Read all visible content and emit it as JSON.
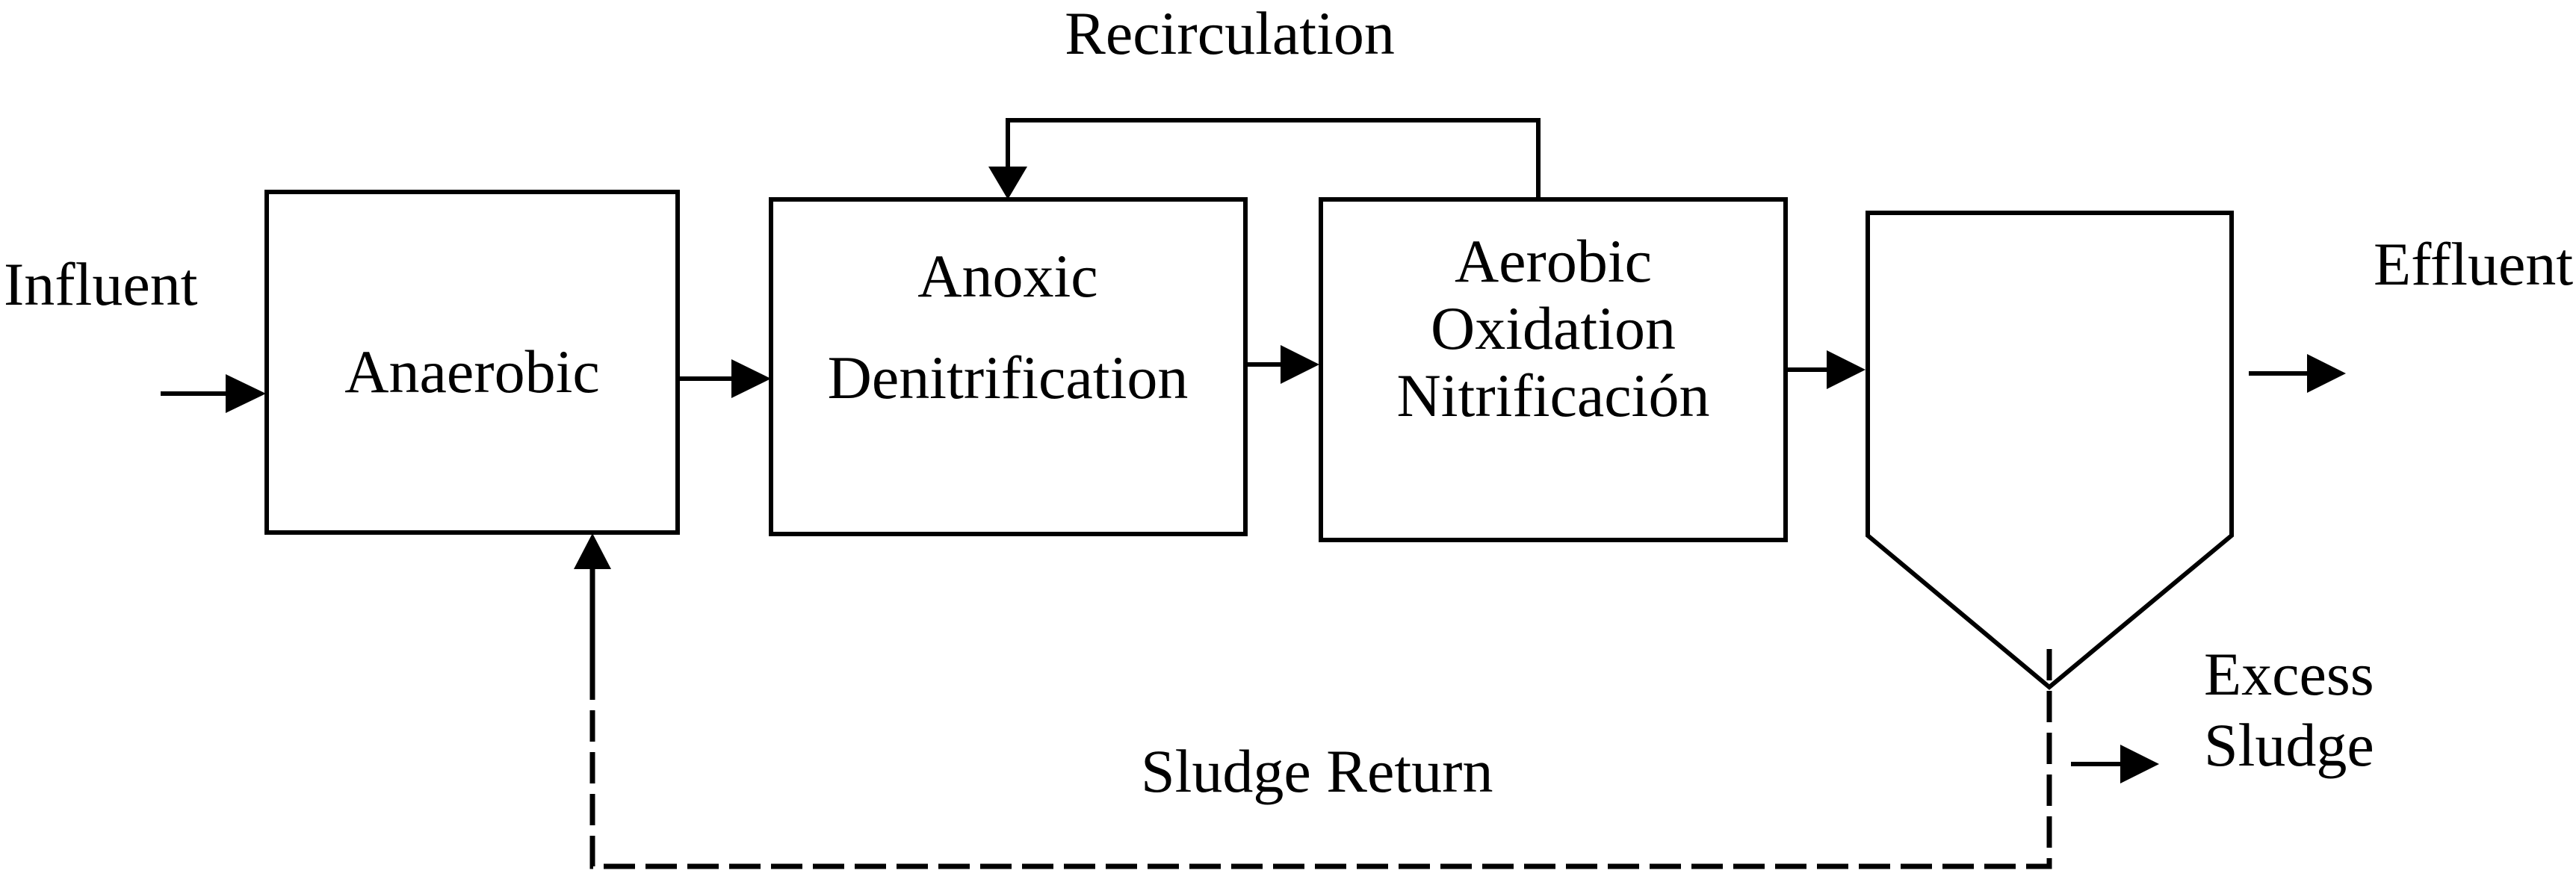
{
  "diagram": {
    "background_color": "#ffffff",
    "line_color": "#000000",
    "labels": {
      "recirculation": "Recirculation",
      "influent": "Influent",
      "effluent": "Effluent",
      "sludge_return": "Sludge Return",
      "excess_sludge_line1": "Excess",
      "excess_sludge_line2": "Sludge"
    },
    "boxes": {
      "anaerobic": {
        "label": "Anaerobic"
      },
      "anoxic": {
        "line1": "Anoxic",
        "line2": "Denitrification"
      },
      "aerobic": {
        "line1": "Aerobic",
        "line2": "Oxidation",
        "line3": "Nitrificación"
      },
      "clarifier": {
        "shape": "settling-tank-hopper"
      }
    },
    "flows": [
      {
        "name": "influent-arrow",
        "style": "solid"
      },
      {
        "name": "anaerobic-to-anoxic-arrow",
        "style": "solid"
      },
      {
        "name": "anoxic-to-aerobic-arrow",
        "style": "solid"
      },
      {
        "name": "aerobic-to-clarifier-arrow",
        "style": "solid"
      },
      {
        "name": "effluent-arrow",
        "style": "solid"
      },
      {
        "name": "recirculation-line",
        "style": "solid"
      },
      {
        "name": "excess-sludge-arrow",
        "style": "solid"
      },
      {
        "name": "sludge-return-line",
        "style": "dashed"
      }
    ]
  }
}
